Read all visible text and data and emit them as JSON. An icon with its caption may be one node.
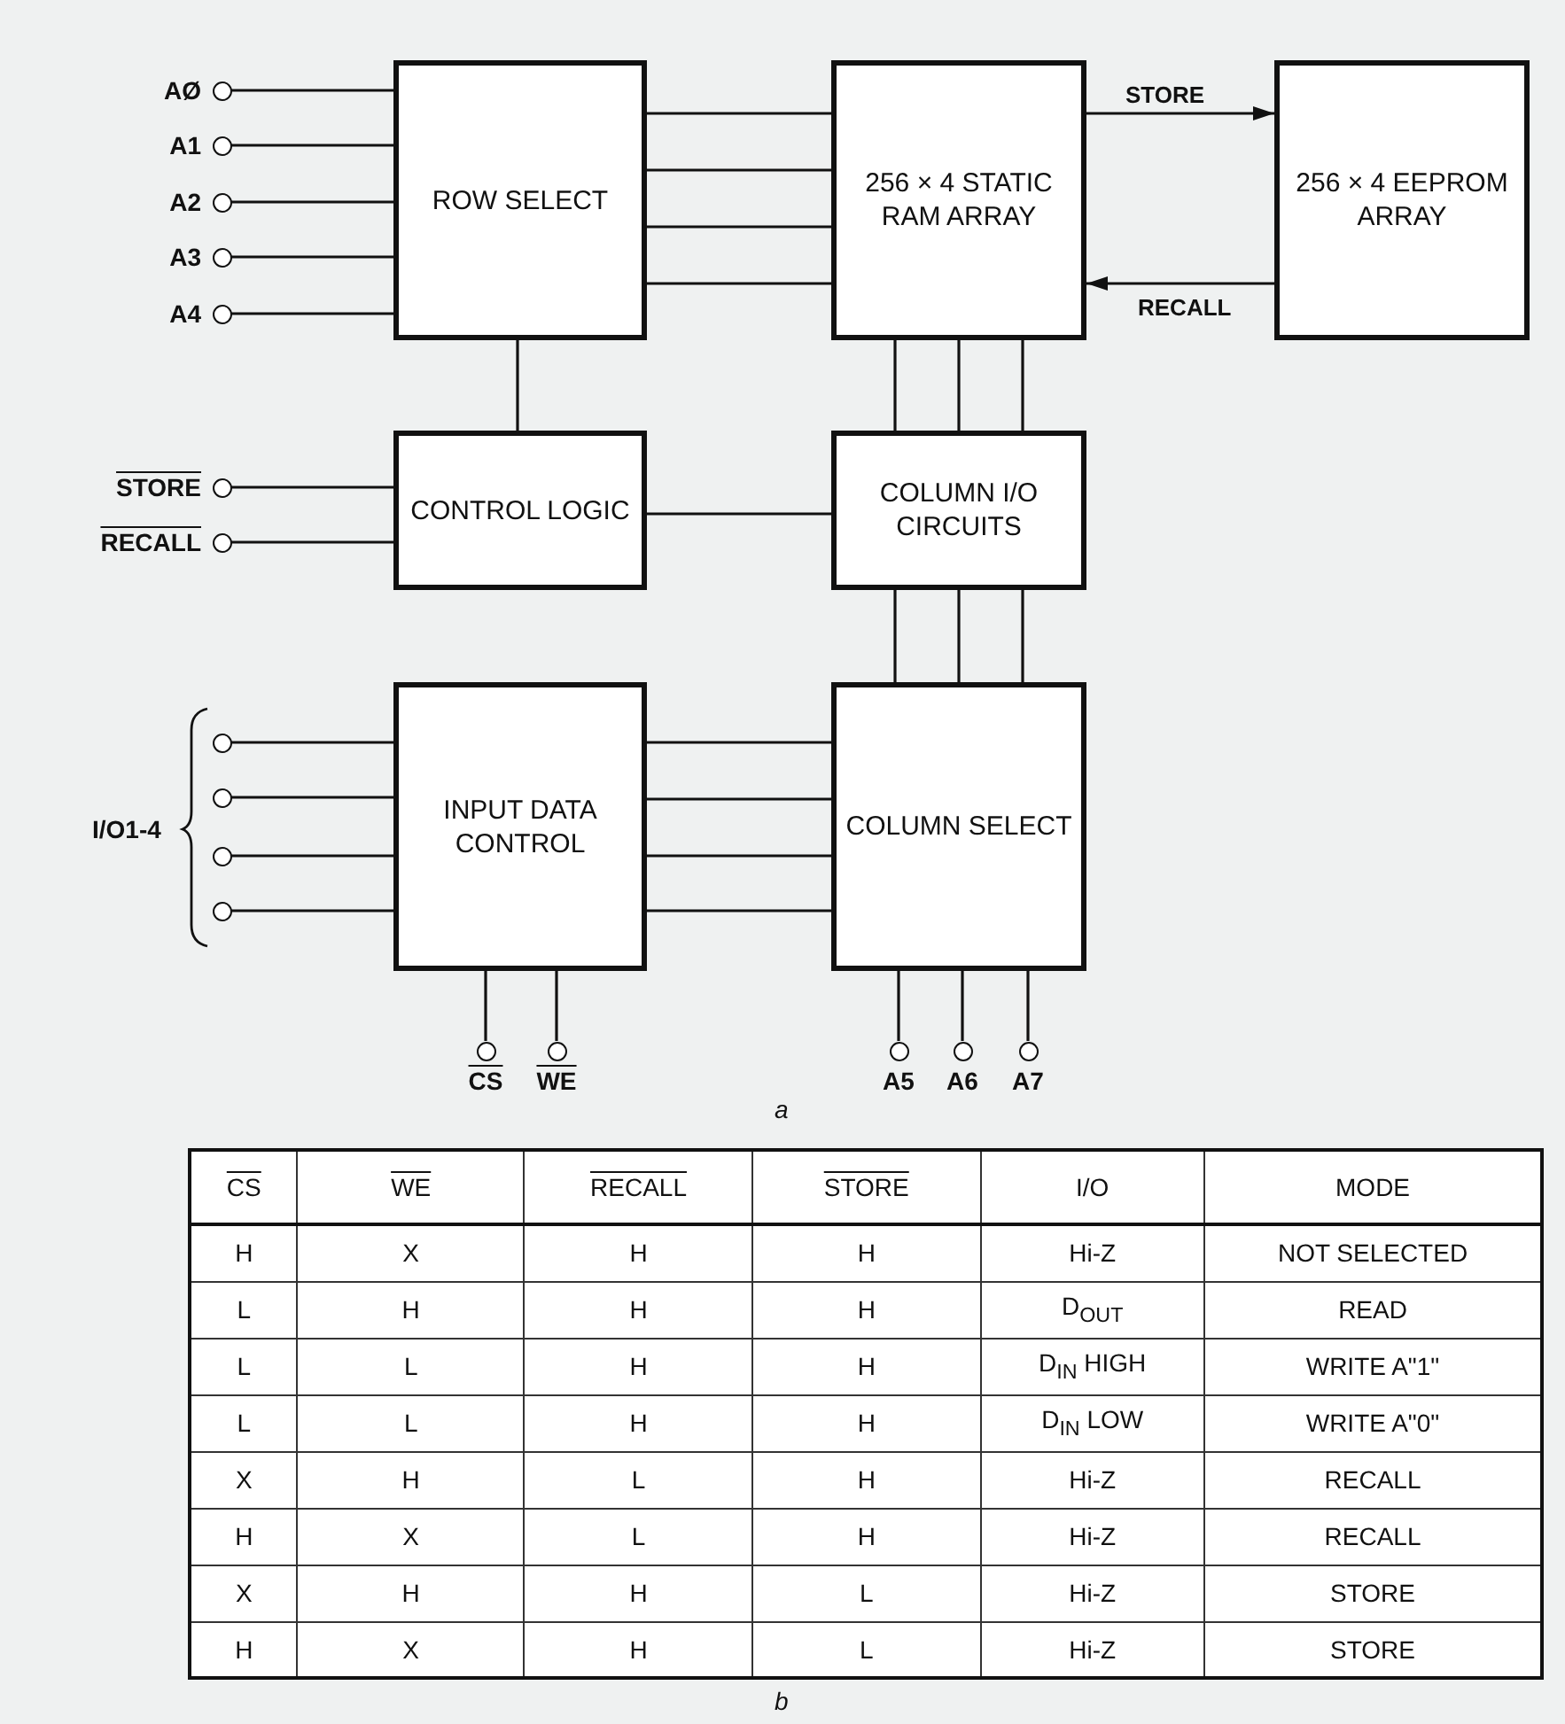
{
  "diagram": {
    "nodes": [
      {
        "text": [
          "ROW SELECT"
        ]
      },
      {
        "text": [
          "256 × 4 STATIC RAM ARRAY"
        ]
      },
      {
        "text": [
          "256 × 4 EEPROM ARRAY"
        ]
      },
      {
        "text": [
          "CONTROL LOGIC"
        ]
      },
      {
        "text": [
          "COLUMN I/O CIRCUITS"
        ]
      },
      {
        "text": [
          "INPUT DATA CONTROL"
        ]
      },
      {
        "text": [
          "COLUMN SELECT"
        ]
      },
      {
        "text": [],
        "shape": "circle",
        "beside": [
          "AØ"
        ]
      },
      {
        "text": [],
        "shape": "circle",
        "beside": [
          "A1"
        ]
      },
      {
        "text": [],
        "shape": "circle",
        "beside": [
          "A2"
        ]
      },
      {
        "text": [],
        "shape": "circle",
        "beside": [
          "A3"
        ]
      },
      {
        "text": [],
        "shape": "circle",
        "beside": [
          "A4"
        ]
      },
      {
        "text": [],
        "shape": "circle",
        "beside": [
          "STORE"
        ]
      },
      {
        "text": [],
        "shape": "circle",
        "beside": [
          "RECALL"
        ]
      },
      {
        "text": [],
        "shape": "circle"
      },
      {
        "text": [],
        "shape": "circle"
      },
      {
        "text": [],
        "shape": "circle"
      },
      {
        "text": [],
        "shape": "circle"
      },
      {
        "text": [],
        "shape": "circle",
        "beside": [
          "CS"
        ]
      },
      {
        "text": [],
        "shape": "circle",
        "beside": [
          "WE"
        ]
      },
      {
        "text": [],
        "shape": "circle",
        "beside": [
          "A5"
        ]
      },
      {
        "text": [],
        "shape": "circle",
        "beside": [
          "A6"
        ]
      },
      {
        "text": [],
        "shape": "circle",
        "beside": [
          "A7"
        ]
      }
    ],
    "edges": [
      {
        "from": 7,
        "to": 0,
        "arrow": "none"
      },
      {
        "from": 8,
        "to": 0,
        "arrow": "none"
      },
      {
        "from": 9,
        "to": 0,
        "arrow": "none"
      },
      {
        "from": 10,
        "to": 0,
        "arrow": "none"
      },
      {
        "from": 11,
        "to": 0,
        "arrow": "none"
      },
      {
        "from": 0,
        "to": 1,
        "arrow": "none"
      },
      {
        "from": 0,
        "to": 1,
        "arrow": "none"
      },
      {
        "from": 0,
        "to": 1,
        "arrow": "none"
      },
      {
        "from": 0,
        "to": 1,
        "arrow": "none"
      },
      {
        "from": 1,
        "to": 2,
        "arrow": "to",
        "label": "STORE"
      },
      {
        "from": 2,
        "to": 1,
        "arrow": "to",
        "label": "RECALL"
      },
      {
        "from": 0,
        "to": 3,
        "arrow": "none"
      },
      {
        "from": 12,
        "to": 3,
        "arrow": "none"
      },
      {
        "from": 13,
        "to": 3,
        "arrow": "none"
      },
      {
        "from": 3,
        "to": 4,
        "arrow": "none"
      },
      {
        "from": 1,
        "to": 4,
        "arrow": "none"
      },
      {
        "from": 1,
        "to": 4,
        "arrow": "none"
      },
      {
        "from": 1,
        "to": 4,
        "arrow": "none"
      },
      {
        "from": 14,
        "to": 5,
        "arrow": "none"
      },
      {
        "from": 15,
        "to": 5,
        "arrow": "none"
      },
      {
        "from": 16,
        "to": 5,
        "arrow": "none"
      },
      {
        "from": 17,
        "to": 5,
        "arrow": "none"
      },
      {
        "from": 5,
        "to": 6,
        "arrow": "none"
      },
      {
        "from": 5,
        "to": 6,
        "arrow": "none"
      },
      {
        "from": 5,
        "to": 6,
        "arrow": "none"
      },
      {
        "from": 5,
        "to": 6,
        "arrow": "none"
      },
      {
        "from": 4,
        "to": 6,
        "arrow": "none"
      },
      {
        "from": 4,
        "to": 6,
        "arrow": "none"
      },
      {
        "from": 4,
        "to": 6,
        "arrow": "none"
      },
      {
        "from": 18,
        "to": 5,
        "arrow": "none"
      },
      {
        "from": 19,
        "to": 5,
        "arrow": "none"
      },
      {
        "from": 20,
        "to": 6,
        "arrow": "none"
      },
      {
        "from": 21,
        "to": 6,
        "arrow": "none"
      },
      {
        "from": 22,
        "to": 6,
        "arrow": "none"
      }
    ],
    "labels": [
      "I/O1-4",
      "a",
      "CS",
      "WE",
      "RECALL",
      "STORE",
      "I/O",
      "MODE",
      "H",
      "X",
      "H",
      "H",
      "Hi-Z",
      "NOT SELECTED",
      "L",
      "H",
      "H",
      "H",
      "D$_{OUT}$",
      "READ",
      "L",
      "L",
      "H",
      "H",
      "D$_{IN}$ HIGH",
      "WRITE A\"1\"",
      "L",
      "L",
      "H",
      "H",
      "D$_{IN}$ LOW",
      "WRITE A\"0\"",
      "X",
      "H",
      "L",
      "H",
      "Hi-Z",
      "RECALL",
      "H",
      "X",
      "L",
      "H",
      "Hi-Z",
      "RECALL",
      "X",
      "H",
      "H",
      "L",
      "Hi-Z",
      "STORE",
      "H",
      "X",
      "H",
      "L",
      "Hi-Z",
      "STORE",
      "b"
    ]
  }
}
